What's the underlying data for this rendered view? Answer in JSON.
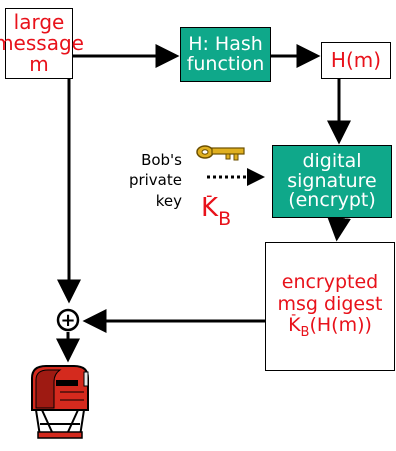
{
  "nodes": {
    "large_message": {
      "line1": "large",
      "line2": "message",
      "line3": "m"
    },
    "hash_function": {
      "line1": "H: Hash",
      "line2": "function"
    },
    "hash_output": {
      "text": "H(m)"
    },
    "digital_signature": {
      "line1": "digital",
      "line2": "signature",
      "line3": "(encrypt)"
    },
    "encrypted_digest": {
      "line1": "encrypted",
      "line2": "msg digest",
      "key_letter": "K",
      "key_sup": "-",
      "key_sub": "B",
      "key_rest": "(H(m))"
    }
  },
  "key": {
    "line1": "Bob's",
    "line2": "private",
    "line3": "key",
    "symbol_letter": "K",
    "symbol_sup": "-",
    "symbol_sub": "B"
  },
  "combine_symbol": "+",
  "colors": {
    "red_text": "#e8121b",
    "green_box": "#0fa88a",
    "key_gold": "#e0b020",
    "mailbox_red": "#d42a1e"
  },
  "icons": [
    "key-icon",
    "mailbox-icon",
    "plus-circle-icon"
  ]
}
